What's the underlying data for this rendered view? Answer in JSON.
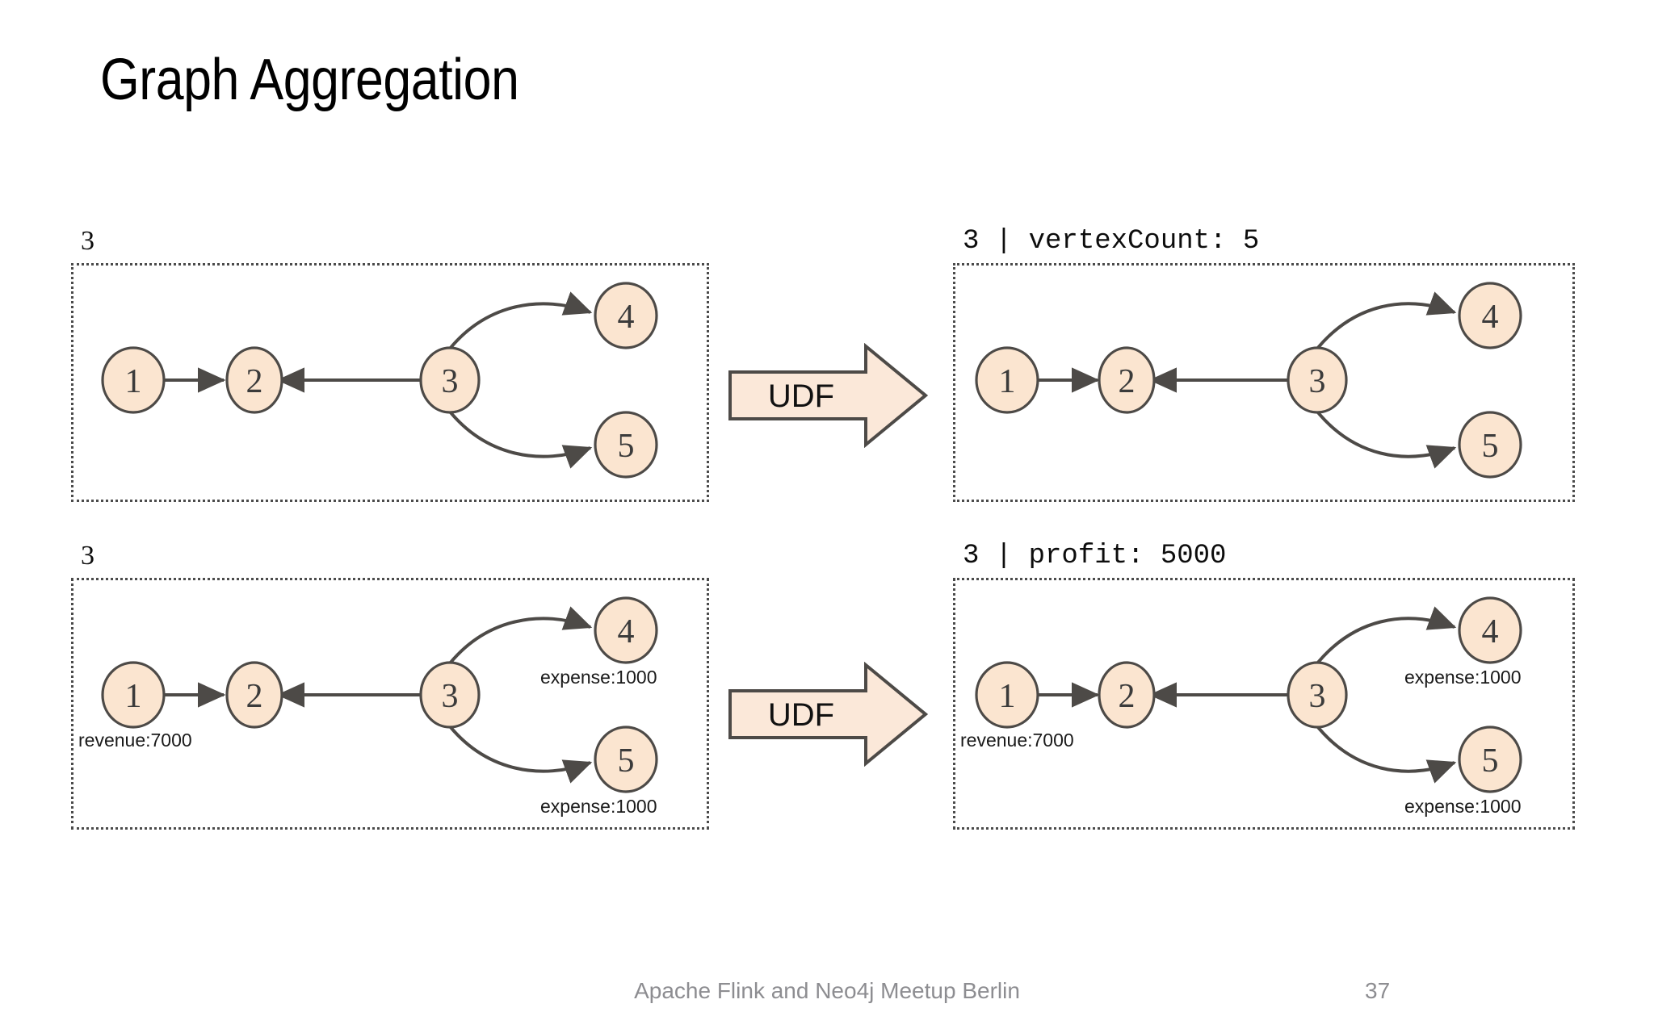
{
  "slide": {
    "title": "Graph Aggregation",
    "footer": "Apache Flink and Neo4j Meetup Berlin",
    "page_number": "37"
  },
  "colors": {
    "node_fill": "#fbe5d0",
    "node_stroke": "#4d4a47",
    "arrow_fill": "#fbe8d9",
    "border": "#4b4b4b",
    "footer_text": "#8d8d91"
  },
  "panels": [
    {
      "id": "top-left",
      "label": "3",
      "label_style": "plain",
      "nodes": [
        {
          "id": "1",
          "label": "1"
        },
        {
          "id": "2",
          "label": "2"
        },
        {
          "id": "3",
          "label": "3"
        },
        {
          "id": "4",
          "label": "4"
        },
        {
          "id": "5",
          "label": "5"
        }
      ],
      "edges": [
        {
          "from": "1",
          "to": "2"
        },
        {
          "from": "3",
          "to": "2"
        },
        {
          "from": "3",
          "to": "4"
        },
        {
          "from": "3",
          "to": "5"
        }
      ],
      "properties": []
    },
    {
      "id": "top-right",
      "label": "3 | vertexCount: 5",
      "label_style": "mono",
      "nodes": [
        {
          "id": "1",
          "label": "1"
        },
        {
          "id": "2",
          "label": "2"
        },
        {
          "id": "3",
          "label": "3"
        },
        {
          "id": "4",
          "label": "4"
        },
        {
          "id": "5",
          "label": "5"
        }
      ],
      "edges": [
        {
          "from": "1",
          "to": "2"
        },
        {
          "from": "3",
          "to": "2"
        },
        {
          "from": "3",
          "to": "4"
        },
        {
          "from": "3",
          "to": "5"
        }
      ],
      "properties": []
    },
    {
      "id": "bottom-left",
      "label": "3",
      "label_style": "plain",
      "nodes": [
        {
          "id": "1",
          "label": "1"
        },
        {
          "id": "2",
          "label": "2"
        },
        {
          "id": "3",
          "label": "3"
        },
        {
          "id": "4",
          "label": "4"
        },
        {
          "id": "5",
          "label": "5"
        }
      ],
      "edges": [
        {
          "from": "1",
          "to": "2"
        },
        {
          "from": "3",
          "to": "2"
        },
        {
          "from": "3",
          "to": "4"
        },
        {
          "from": "3",
          "to": "5"
        }
      ],
      "properties": [
        {
          "node": "1",
          "text": "revenue:7000"
        },
        {
          "node": "4",
          "text": "expense:1000"
        },
        {
          "node": "5",
          "text": "expense:1000"
        }
      ]
    },
    {
      "id": "bottom-right",
      "label": "3 | profit: 5000",
      "label_style": "mono",
      "nodes": [
        {
          "id": "1",
          "label": "1"
        },
        {
          "id": "2",
          "label": "2"
        },
        {
          "id": "3",
          "label": "3"
        },
        {
          "id": "4",
          "label": "4"
        },
        {
          "id": "5",
          "label": "5"
        }
      ],
      "edges": [
        {
          "from": "1",
          "to": "2"
        },
        {
          "from": "3",
          "to": "2"
        },
        {
          "from": "3",
          "to": "4"
        },
        {
          "from": "3",
          "to": "5"
        }
      ],
      "properties": [
        {
          "node": "1",
          "text": "revenue:7000"
        },
        {
          "node": "4",
          "text": "expense:1000"
        },
        {
          "node": "5",
          "text": "expense:1000"
        }
      ]
    }
  ],
  "udf_arrows": [
    {
      "id": "udf-top",
      "label": "UDF"
    },
    {
      "id": "udf-bottom",
      "label": "UDF"
    }
  ]
}
